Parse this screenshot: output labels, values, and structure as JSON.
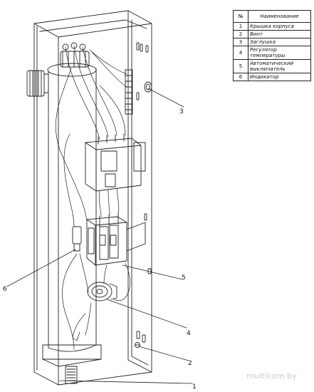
{
  "legend": {
    "header_num": "№",
    "header_name": "Наименование",
    "rows": [
      {
        "num": "1",
        "name": "Крышка корпуса"
      },
      {
        "num": "2",
        "name": "Винт"
      },
      {
        "num": "3",
        "name": "Заглушка"
      },
      {
        "num": "4",
        "name": "Регулятор температуры"
      },
      {
        "num": "5",
        "name": "Автоматический выключатель"
      },
      {
        "num": "6",
        "name": "Индикатор"
      }
    ]
  },
  "callouts": {
    "c1": "1",
    "c2": "2",
    "c3": "3",
    "c4": "4",
    "c5": "5",
    "c6": "6"
  },
  "watermark": "multicom.by"
}
